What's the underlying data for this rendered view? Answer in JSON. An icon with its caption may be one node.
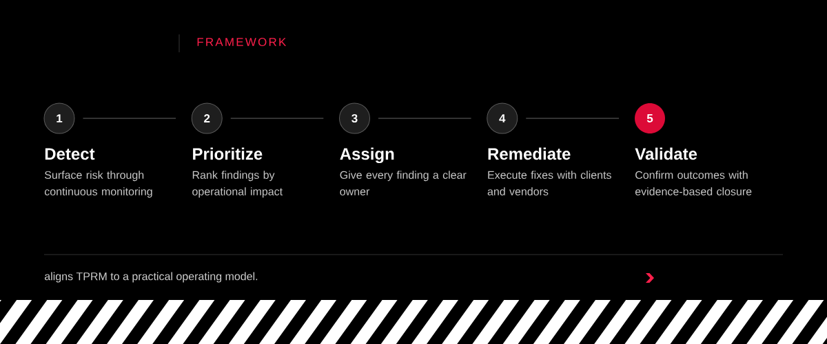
{
  "diagram": {
    "title": "FRAMEWORK",
    "nodes": [
      {
        "text": [
          "1"
        ],
        "beside": [
          "Detect",
          "Surface risk through continuous monitoring"
        ]
      },
      {
        "text": [
          "2"
        ],
        "beside": [
          "Prioritize",
          "Rank findings by operational impact"
        ]
      },
      {
        "text": [
          "3"
        ],
        "beside": [
          "Assign",
          "Give every finding a clear owner"
        ]
      },
      {
        "text": [
          "4"
        ],
        "beside": [
          "Remediate",
          "Execute fixes with clients and vendors"
        ]
      },
      {
        "text": [
          "5"
        ],
        "beside": [
          "Validate",
          "Confirm outcomes with evidence-based closure"
        ]
      }
    ],
    "edges": [
      {
        "from": 0,
        "to": 1,
        "arrow": "none"
      },
      {
        "from": 1,
        "to": 2,
        "arrow": "none"
      },
      {
        "from": 2,
        "to": 3,
        "arrow": "none"
      },
      {
        "from": 3,
        "to": 4,
        "arrow": "none"
      }
    ],
    "labels": [
      "aligns TPRM to a practical operating model."
    ]
  }
}
